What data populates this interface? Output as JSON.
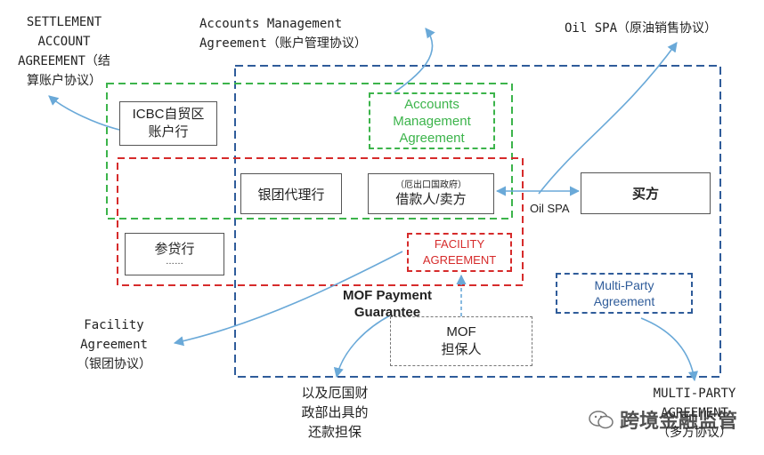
{
  "colors": {
    "green_dash": "#3cb44b",
    "red_dash": "#d62b2b",
    "blue_dash": "#2f5c9a",
    "gray_dash": "#777777",
    "arrow": "#6aa9d8",
    "text": "#222222"
  },
  "annotations": {
    "settlement": [
      "SETTLEMENT",
      "ACCOUNT",
      "AGREEMENT（结",
      "算账户协议）"
    ],
    "accounts_mgmt": [
      "Accounts Management",
      "Agreement（账户管理协议）"
    ],
    "oil_spa": "Oil SPA（原油销售协议）",
    "facility": [
      "Facility",
      "Agreement",
      "（银团协议）"
    ],
    "mof_cn": [
      "以及厄国财",
      "政部出具的",
      "还款担保"
    ],
    "multi_party": [
      "MULTI-PARTY",
      "AGREEMENT",
      "（多方协议）"
    ]
  },
  "boxes": {
    "icbc": [
      "ICBC自贸区",
      "账户行"
    ],
    "accounts_mgmt": [
      "Accounts",
      "Management",
      "Agreement"
    ],
    "agent_bank": "银团代理行",
    "borrower_top": "（厄出口国政府）",
    "borrower": "借款人/卖方",
    "buyer": "买方",
    "participating_bank": "参贷行",
    "participating_dots": "……",
    "facility": [
      "FACILITY",
      "AGREEMENT"
    ],
    "multi_party": [
      "Multi-Party",
      "Agreement"
    ],
    "mof": [
      "MOF",
      "担保人"
    ]
  },
  "labels": {
    "oil_spa": "Oil SPA",
    "mof_guarantee": [
      "MOF Payment",
      "Guarantee"
    ]
  },
  "watermark": "跨境金融监管"
}
